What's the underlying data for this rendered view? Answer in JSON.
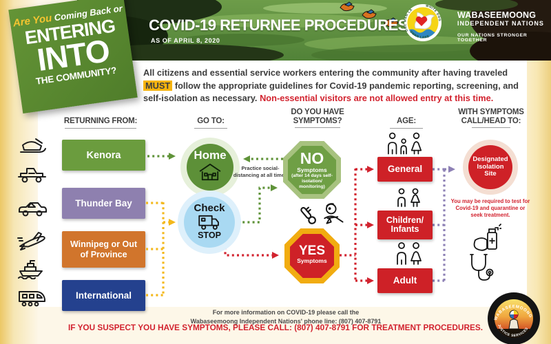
{
  "card": {
    "line1_accent": "Are You",
    "line1_rest": "Coming Back or",
    "line2": "ENTERING",
    "line3": "INTO",
    "line4": "THE COMMUNITY?"
  },
  "header": {
    "title": "COVID-19 RETURNEE PROCEDURES",
    "subtitle": "AS OF APRIL 8, 2020",
    "org_name": "WABASEEMOONG",
    "org_name2": "INDEPENDENT NATIONS",
    "tagline": "OUR NATIONS STRONGER TOGETHER",
    "logo": {
      "arc_left": "ONE MAN LAKE",
      "arc_right": "WHITE DOG",
      "arc_bottom": "SWAN LAKE"
    }
  },
  "intro": {
    "text_before": "All citizens and essential service workers entering the community after having traveled",
    "highlight": "MUST",
    "text_after": "follow the appropriate guidelines for Covid-19 pandemic reporting, screening, and self-isolation as necessary.",
    "warning": "Non-essential visitors are not allowed entry at this time."
  },
  "columns": {
    "returning_from": "RETURNING FROM:",
    "go_to": "GO TO:",
    "symptoms": "DO YOU HAVE SYMPTOMS?",
    "age": "AGE:",
    "with_symptoms": "WITH SYMPTOMS CALL/HEAD TO:"
  },
  "origins": [
    {
      "label": "Kenora",
      "color": "#6b9c3e",
      "icon": "snowmobile-icon"
    },
    {
      "label": "Thunder Bay",
      "color": "#8e80af",
      "icon": "pickup-truck-icon"
    },
    {
      "label": "Winnipeg or Out of Province",
      "color": "#d1752c",
      "icon": "car-icon"
    },
    {
      "label": "International",
      "color": "#24418e",
      "icon": "airplane-icon"
    }
  ],
  "transport_icons": [
    "snowmobile-icon",
    "pickup-truck-icon",
    "car-icon",
    "airplane-icon",
    "ship-icon",
    "train-icon"
  ],
  "destinations": {
    "home_label": "Home",
    "check_line1": "Check",
    "check_line2": "STOP",
    "note": "Practice social-distancing at all times"
  },
  "symptoms": {
    "no_word": "NO",
    "no_sub": "Symptoms",
    "no_detail": "(after 14 days self-isolation/ monitoring)",
    "yes_word": "YES",
    "yes_sub": "Symptoms"
  },
  "ages": [
    {
      "label": "General",
      "icon": "family-icon"
    },
    {
      "label": "Children/ Infants",
      "icon": "children-icon"
    },
    {
      "label": "Adult",
      "icon": "adults-icon"
    }
  ],
  "isolation": {
    "circle_label": "Designated Isolation Site",
    "note": "You may be required to test for Covid-19 and quarantine or seek treatment."
  },
  "footer": {
    "info1": "For more information on COVID-19 please call the",
    "info2": "Wabaseemoong Independent Nations' phone line: (807) 407-8791",
    "alert": "IF YOU SUSPECT YOU HAVE SYMPTOMS, PLEASE CALL: (807) 407-8791 FOR TREATMENT PROCEDURES."
  },
  "badge": {
    "arc_top": "WABASEEMOONG",
    "arc_bottom": "JUSTICE SERVICES"
  },
  "colors": {
    "arrow_green": "#5f9339",
    "arrow_yellow": "#f3b81c",
    "arrow_red": "#d2232f",
    "arrow_purple": "#8d80b5",
    "box_kenora": "#6b9c3e",
    "box_thunder_bay": "#8e80af",
    "box_winnipeg": "#d1752c",
    "box_international": "#24418e",
    "age_box": "#ce2127",
    "no_octagon_fill": "#6f9f45",
    "no_octagon_border": "#a7c27f",
    "yes_octagon_fill": "#ce2127",
    "yes_octagon_border": "#f1ac10",
    "home_circle": "#5d9038",
    "check_circle": "#a9d9f2",
    "isolation_circle": "#ce2127",
    "highlight": "#f6b40f",
    "banner_green": "#5d8f3f",
    "background_cream": "#fdf7e8"
  }
}
